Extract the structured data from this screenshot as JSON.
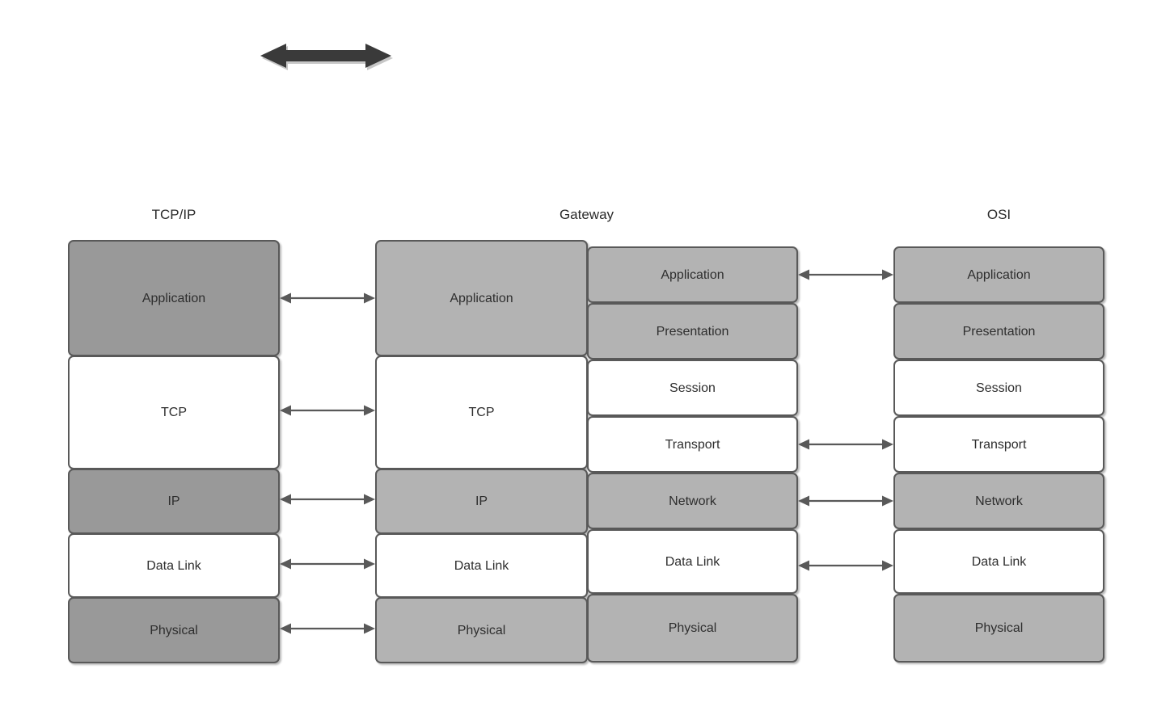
{
  "diagram": {
    "title_tcpip": "TCP/IP",
    "title_gateway": "Gateway",
    "title_osi": "OSI",
    "colors": {
      "grey_dark": "#999999",
      "grey_light": "#b3b3b3",
      "white": "#ffffff",
      "border": "#595959",
      "arrow": "#595959",
      "big_arrow": "#3a3a3a"
    },
    "top_arrow_icon": "double-headed-arrow-icon"
  },
  "tcpip_stack": [
    {
      "label": "Application",
      "fill": "grey-dark"
    },
    {
      "label": "TCP",
      "fill": "white"
    },
    {
      "label": "IP",
      "fill": "grey-dark"
    },
    {
      "label": "Data Link",
      "fill": "white"
    },
    {
      "label": "Physical",
      "fill": "grey-dark"
    }
  ],
  "gateway_left_stack": [
    {
      "label": "Application",
      "fill": "grey-light"
    },
    {
      "label": "TCP",
      "fill": "white"
    },
    {
      "label": "IP",
      "fill": "grey-light"
    },
    {
      "label": "Data Link",
      "fill": "white"
    },
    {
      "label": "Physical",
      "fill": "grey-light"
    }
  ],
  "gateway_right_stack": [
    {
      "label": "Application",
      "fill": "grey-light"
    },
    {
      "label": "Presentation",
      "fill": "grey-light"
    },
    {
      "label": "Session",
      "fill": "white"
    },
    {
      "label": "Transport",
      "fill": "white"
    },
    {
      "label": "Network",
      "fill": "grey-light"
    },
    {
      "label": "Data Link",
      "fill": "white"
    },
    {
      "label": "Physical",
      "fill": "grey-light"
    }
  ],
  "osi_stack": [
    {
      "label": "Application",
      "fill": "grey-light"
    },
    {
      "label": "Presentation",
      "fill": "grey-light"
    },
    {
      "label": "Session",
      "fill": "white"
    },
    {
      "label": "Transport",
      "fill": "white"
    },
    {
      "label": "Network",
      "fill": "grey-light"
    },
    {
      "label": "Data Link",
      "fill": "white"
    },
    {
      "label": "Physical",
      "fill": "grey-light"
    }
  ],
  "left_connectors": [
    {
      "name": "connector-application"
    },
    {
      "name": "connector-tcp"
    },
    {
      "name": "connector-ip"
    },
    {
      "name": "connector-data-link"
    },
    {
      "name": "connector-physical"
    }
  ],
  "right_connectors": [
    {
      "name": "connector-application"
    },
    {
      "name": "connector-transport"
    },
    {
      "name": "connector-network"
    },
    {
      "name": "connector-data-link"
    }
  ]
}
